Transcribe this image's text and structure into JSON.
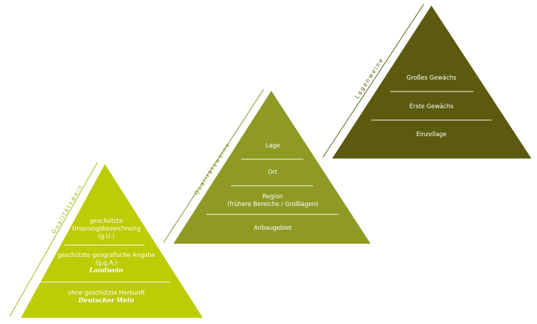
{
  "colors": {
    "tier1": "#bccc05",
    "tier2": "#8f9a25",
    "tier3": "#5c5a0f",
    "label1": "#a3b40e",
    "label2": "#7f8a22",
    "label3": "#57550e"
  },
  "pyramids": [
    {
      "side_label": "Qualitätswein",
      "levels": [
        {
          "lines": [
            "geschützte",
            "Ursprungsbezeichnung",
            "(g.U.)"
          ],
          "sub": ""
        },
        {
          "lines": [
            "geschützte geografische Angabe",
            "(g.g.A.)"
          ],
          "sub": "Landwein"
        },
        {
          "lines": [
            "ohne geschützte Herkunft"
          ],
          "sub": "Deutscher Wein"
        }
      ]
    },
    {
      "side_label": "Qualitätsweine",
      "levels": [
        {
          "lines": [
            "Lage"
          ],
          "sub": ""
        },
        {
          "lines": [
            "Ort"
          ],
          "sub": ""
        },
        {
          "lines": [
            "Region",
            "(frühere Bereiche / Großlagen)"
          ],
          "sub": ""
        },
        {
          "lines": [
            "Anbaugebiet"
          ],
          "sub": ""
        }
      ]
    },
    {
      "side_label": "Lagenweine",
      "levels": [
        {
          "lines": [
            "Großes Gewächs"
          ],
          "sub": ""
        },
        {
          "lines": [
            "Erste Gewächs"
          ],
          "sub": ""
        },
        {
          "lines": [
            "Einzellage"
          ],
          "sub": ""
        }
      ]
    }
  ]
}
